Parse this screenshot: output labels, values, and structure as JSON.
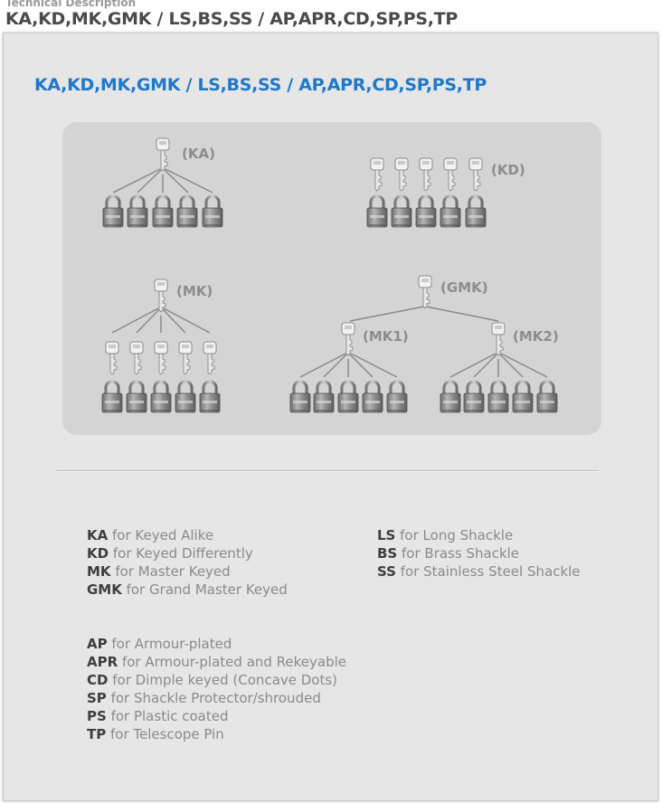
{
  "header": {
    "section_label": "Technical Description",
    "title": "KA,KD,MK,GMK / LS,BS,SS / AP,APR,CD,SP,PS,TP"
  },
  "card": {
    "title": "KA,KD,MK,GMK / LS,BS,SS / AP,APR,CD,SP,PS,TP"
  },
  "diagram": {
    "labels": {
      "ka": "(KA)",
      "kd": "(KD)",
      "mk": "(MK)",
      "gmk": "(GMK)",
      "mk1": "(MK1)",
      "mk2": "(MK2)"
    },
    "colors": {
      "panel": "#d4d4d4",
      "lock": "#8e8e8e",
      "line": "#8a8a8a"
    },
    "icons": [
      "key-icon",
      "padlock-icon"
    ]
  },
  "legend": {
    "keying": [
      {
        "code": "KA",
        "text": "for Keyed Alike"
      },
      {
        "code": "KD",
        "text": "for Keyed Differently"
      },
      {
        "code": "MK",
        "text": "for Master Keyed"
      },
      {
        "code": "GMK",
        "text": "for Grand Master Keyed"
      }
    ],
    "shackle": [
      {
        "code": "LS",
        "text": "for Long Shackle"
      },
      {
        "code": "BS",
        "text": "for Brass Shackle"
      },
      {
        "code": "SS",
        "text": "for Stainless Steel Shackle"
      }
    ],
    "options": [
      {
        "code": "AP",
        "text": "for Armour-plated"
      },
      {
        "code": "APR",
        "text": "for Armour-plated and Rekeyable"
      },
      {
        "code": "CD",
        "text": "for Dimple keyed (Concave Dots)"
      },
      {
        "code": "SP",
        "text": "for Shackle Protector/shrouded"
      },
      {
        "code": "PS",
        "text": "for Plastic coated"
      },
      {
        "code": "TP",
        "text": "for Telescope Pin"
      }
    ]
  }
}
